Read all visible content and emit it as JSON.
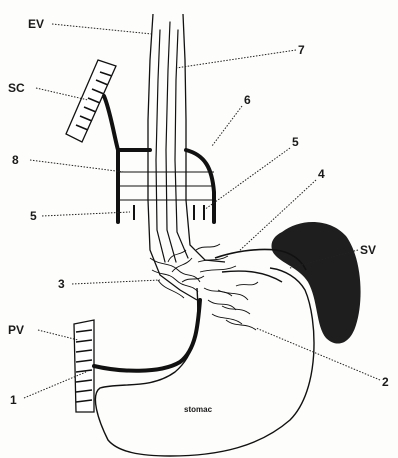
{
  "labels": {
    "ev": "EV",
    "sc": "SC",
    "sv": "SV",
    "pv": "PV",
    "n7": "7",
    "n6": "6",
    "n5r": "5",
    "n4": "4",
    "n8": "8",
    "n5l": "5",
    "n3": "3",
    "n2": "2",
    "n1": "1",
    "stomach": "stomac"
  },
  "colors": {
    "ink": "#111111",
    "paper": "#fdfdfb",
    "spleen": "#1e1e1e"
  }
}
